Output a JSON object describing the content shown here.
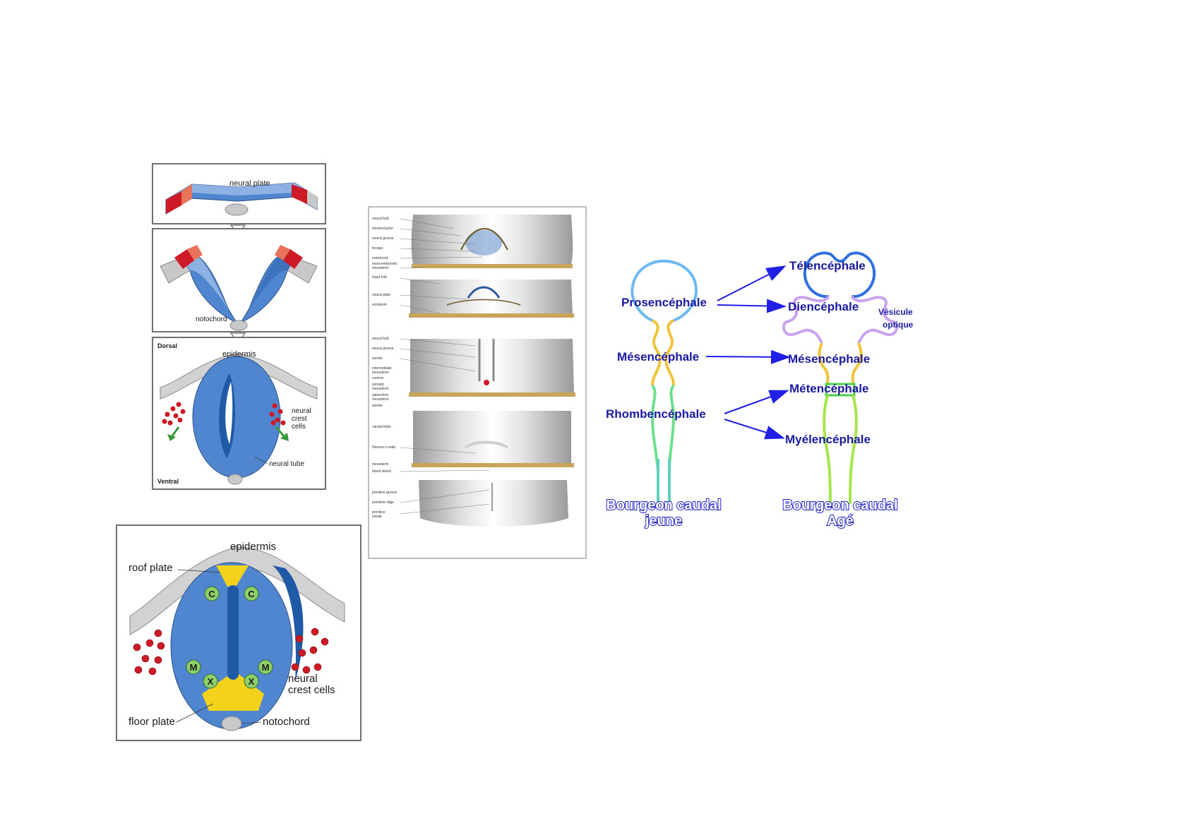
{
  "fig1": {
    "neural_plate": "neural plate",
    "notochord": "notochord",
    "dorsal": "Dorsal",
    "ventral": "Ventral",
    "epidermis": "epidermis",
    "neural_crest_cells": [
      "neural",
      "crest",
      "cells"
    ],
    "neural_tube": "neural tube"
  },
  "fig2": {
    "epidermis": "epidermis",
    "roof_plate": "roof plate",
    "floor_plate": "floor plate",
    "notochord": "notochord",
    "neural_crest_cells": [
      "neural",
      "crest cells"
    ],
    "circle_c": "C",
    "circle_m": "M",
    "circle_x": "X"
  },
  "fig3": {
    "labels": [
      "neural fold",
      "mesenchyme",
      "neural groove",
      "foregut",
      "notochord",
      "extra-embryonic",
      "mesoderm",
      "head fold",
      "neural plate",
      "ectoderm",
      "neural fold",
      "neural groove",
      "somite",
      "intermediate",
      "mesoderm",
      "coelom",
      "somatic",
      "mesoderm",
      "splanchnic",
      "mesoderm",
      "somite",
      "caudal folds",
      "Hensen's node",
      "mesoderm",
      "blood island",
      "primitive groove",
      "primitive ridge",
      "primitive",
      "streak"
    ]
  },
  "fig4": {
    "prosencephale": "Prosencéphale",
    "mesencephale_left": "Mésencéphale",
    "rhombencephale": "Rhombencéphale",
    "bourgeon_left": [
      "Bourgeon caudal",
      "jeune"
    ],
    "telencephale": "Télencéphale",
    "diencephale": "Diencéphale",
    "vesicule": [
      "Vésicule",
      "optique"
    ],
    "mesencephale_right": "Mésencéphale",
    "metencephale": "Métencéphale",
    "myelencephale": "Myélencéphale",
    "bourgeon_right": [
      "Bourgeon caudal",
      "Agé"
    ]
  },
  "colors": {
    "tissue_blue": "#4f86cf",
    "dark_blue": "#1f5aa6",
    "red": "#cc1a26",
    "orange": "#e8735a",
    "yellow": "#f3d21c",
    "label_blue": "#1a1aa0",
    "arrow_blue": "#1f1fe6"
  }
}
